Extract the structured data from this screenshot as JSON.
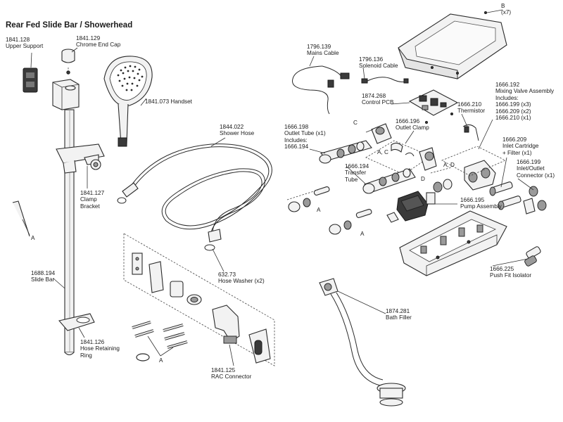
{
  "diagram": {
    "title": "Rear Fed Slide Bar / Showerhead",
    "parts": {
      "upper_support": [
        "1841.128",
        "Upper Support"
      ],
      "chrome_end_cap": [
        "1841.129",
        "Chrome End Cap"
      ],
      "handset": [
        "1841.073 Handset"
      ],
      "clamp_bracket": [
        "1841.127",
        "Clamp",
        "Bracket"
      ],
      "slide_bar": [
        "1688.194",
        "Slide Bar"
      ],
      "hose_retaining_ring": [
        "1841.126",
        "Hose Retaining",
        "Ring"
      ],
      "allen_key": [
        "A"
      ],
      "shower_hose": [
        "1844.022",
        "Shower Hose"
      ],
      "hose_washer": [
        "632.73",
        "Hose Washer (x2)"
      ],
      "rac_connector": [
        "1841.125",
        "RAC Connector"
      ],
      "rac_screws": [
        "A"
      ],
      "mains_cable": [
        "1796.139",
        "Mains Cable"
      ],
      "solenoid_cable": [
        "1796.136",
        "Solenoid Cable"
      ],
      "control_pcb": [
        "1874.268",
        "Control PCB"
      ],
      "outlet_clamp": [
        "1666.196",
        "Outlet Clamp"
      ],
      "thermistor": [
        "1666.210",
        "Thermistor"
      ],
      "mixing_valve": [
        "1666.192",
        "Mixing Valve Assembly",
        "Includes:",
        "1666.199 (x3)",
        "1666.209 (x2)",
        "1666.210 (x1)"
      ],
      "outlet_tube": [
        "1666.198",
        "Outlet Tube (x1)",
        "Includes:",
        "1666.194"
      ],
      "transfer_tube": [
        "1666.194",
        "Transfer",
        "Tube"
      ],
      "inlet_cartridge": [
        "1666.209",
        "Inlet Cartridge",
        "+ Filter (x1)"
      ],
      "inlet_outlet_connector": [
        "1666.199",
        "Inlet/Outlet",
        "Connector (x1)"
      ],
      "pump_assembly": [
        "1666.195",
        "Pump Assembly"
      ],
      "push_fit_isolator": [
        "1666.225",
        "Push Fit Isolator"
      ],
      "bath_filler": [
        "1874.281",
        "Bath Filler"
      ],
      "lid_screws": [
        "B",
        "(x7)"
      ]
    },
    "callouts": {
      "c": "C",
      "ac": "A, C",
      "d": "D",
      "ad": "A, D",
      "a1": "A",
      "a2": "A"
    }
  }
}
